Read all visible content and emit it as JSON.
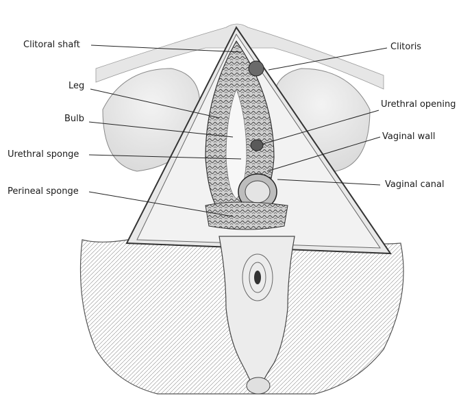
{
  "labels": {
    "clitoral_shaft": "Clitoral shaft",
    "clitoris": "Clitoris",
    "leg": "Leg",
    "urethral_opening": "Urethral opening",
    "bulb": "Bulb",
    "vaginal_wall": "Vaginal wall",
    "urethral_sponge": "Urethral sponge",
    "vaginal_canal": "Vaginal canal",
    "perineal_sponge": "Perineal sponge"
  }
}
